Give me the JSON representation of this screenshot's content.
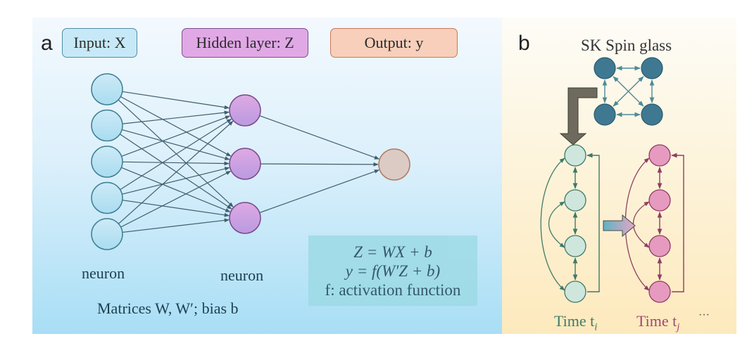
{
  "panel_a": {
    "letter": "a",
    "legend": {
      "input": "Input: X",
      "hidden": "Hidden layer: Z",
      "output": "Output: y"
    },
    "network": {
      "input_neurons": 5,
      "hidden_neurons": 3,
      "output_neurons": 1
    },
    "labels": {
      "input_neuron": "neuron",
      "hidden_neuron": "neuron",
      "matrices": "Matrices W, W′; bias b"
    },
    "equations": [
      "Z = WX + b",
      "y = f(W′Z + b)",
      "f: activation function"
    ],
    "colors": {
      "input_fill": "#bfe4f5",
      "input_border": "#3f7f93",
      "hidden_fill": "#d9a3e3",
      "hidden_border": "#7a4a8a",
      "output_fill": "#dccbc5",
      "output_border": "#b07a60",
      "edge": "#3f5e6e"
    }
  },
  "panel_b": {
    "letter": "b",
    "title": "SK Spin glass",
    "spin_nodes": 4,
    "chain_nodes": 4,
    "time_i": "Time t",
    "time_i_sub": "i",
    "time_j": "Time t",
    "time_j_sub": "j",
    "ellipsis": "···",
    "colors": {
      "spin_fill": "#3f7891",
      "spin_border": "#2b5a6e",
      "chain_i_fill": "#cfe6dd",
      "chain_i_stroke": "#3e7a68",
      "chain_j_fill": "#e79ac0",
      "chain_j_stroke": "#8e3e62",
      "down_arrow": "#6e6a5e",
      "time_i_text": "#3e7a68",
      "time_j_text": "#9e4a72"
    }
  }
}
